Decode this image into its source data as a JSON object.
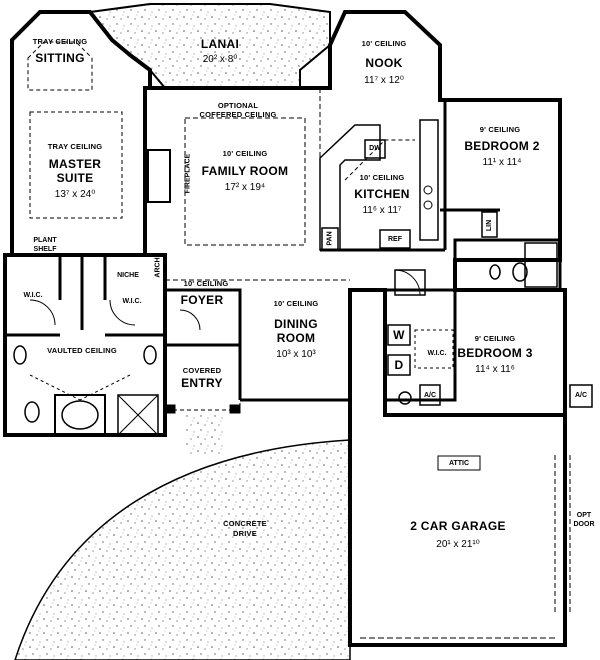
{
  "rooms": {
    "lanai": {
      "name": "LANAI",
      "dims": "20² x 8⁰"
    },
    "sitting": {
      "ceiling": "TRAY CEILING",
      "name": "SITTING"
    },
    "nook": {
      "ceiling": "10' CEILING",
      "name": "NOOK",
      "dims": "11⁷ x 12⁰"
    },
    "master": {
      "ceiling": "TRAY CEILING",
      "name_line1": "MASTER",
      "name_line2": "SUITE",
      "dims": "13⁷ x 24⁰"
    },
    "family": {
      "note_line1": "OPTIONAL",
      "note_line2": "COFFERED CEILING",
      "ceiling": "10' CEILING",
      "name": "FAMILY ROOM",
      "dims": "17² x 19⁴"
    },
    "kitchen": {
      "ceiling": "10' CEILING",
      "name": "KITCHEN",
      "dims": "11⁶ x 11⁷"
    },
    "bedroom2": {
      "ceiling": "9' CEILING",
      "name": "BEDROOM 2",
      "dims": "11¹ x 11⁴"
    },
    "foyer": {
      "ceiling": "10' CEILING",
      "name": "FOYER"
    },
    "dining": {
      "ceiling": "10' CEILING",
      "name_line1": "DINING",
      "name_line2": "ROOM",
      "dims": "10³ x 10³"
    },
    "bedroom3": {
      "ceiling": "9' CEILING",
      "name": "BEDROOM 3",
      "dims": "11⁴ x 11⁶"
    },
    "entry": {
      "line1": "COVERED",
      "line2": "ENTRY"
    },
    "bath": {
      "name": "VAULTED CEILING"
    },
    "garage": {
      "name": "2 CAR GARAGE",
      "dims": "20¹ x 21¹⁰"
    },
    "drive": {
      "line1": "CONCRETE",
      "line2": "DRIVE"
    }
  },
  "tags": {
    "plant_shelf_line1": "PLANT",
    "plant_shelf_line2": "SHELF",
    "wic": "W.I.C.",
    "niche": "NICHE",
    "arch": "ARCH",
    "fireplace": "FIREPLACE",
    "dw": "DW",
    "ref": "REF",
    "pan": "PAN",
    "lin": "LIN",
    "washer": "W",
    "dryer": "D",
    "ac": "A/C",
    "attic": "ATTIC",
    "opt_door_line1": "OPT",
    "opt_door_line2": "DOOR"
  }
}
